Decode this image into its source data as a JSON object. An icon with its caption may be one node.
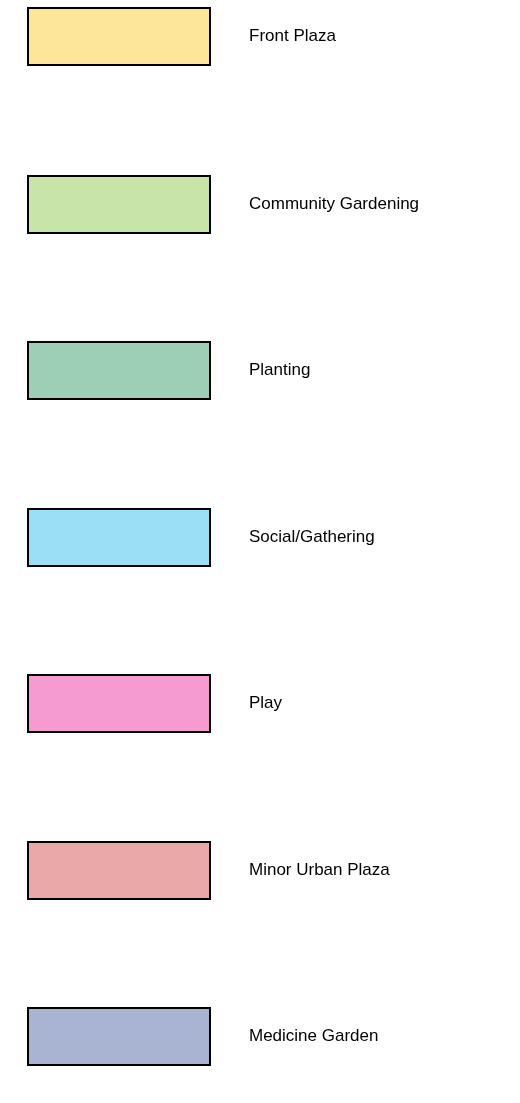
{
  "diagram": {
    "legend": [
      {
        "text": "Front Plaza",
        "color": "#fde699"
      },
      {
        "text": "Community Gardening",
        "color": "#c9e4a9"
      },
      {
        "text": "Planting",
        "color": "#9ccfb5"
      },
      {
        "text": "Social/Gathering",
        "color": "#9bdff6"
      },
      {
        "text": "Play",
        "color": "#f59bd2"
      },
      {
        "text": "Minor Urban Plaza",
        "color": "#eba8a8"
      },
      {
        "text": "Medicine Garden",
        "color": "#a9b4d3"
      }
    ]
  }
}
